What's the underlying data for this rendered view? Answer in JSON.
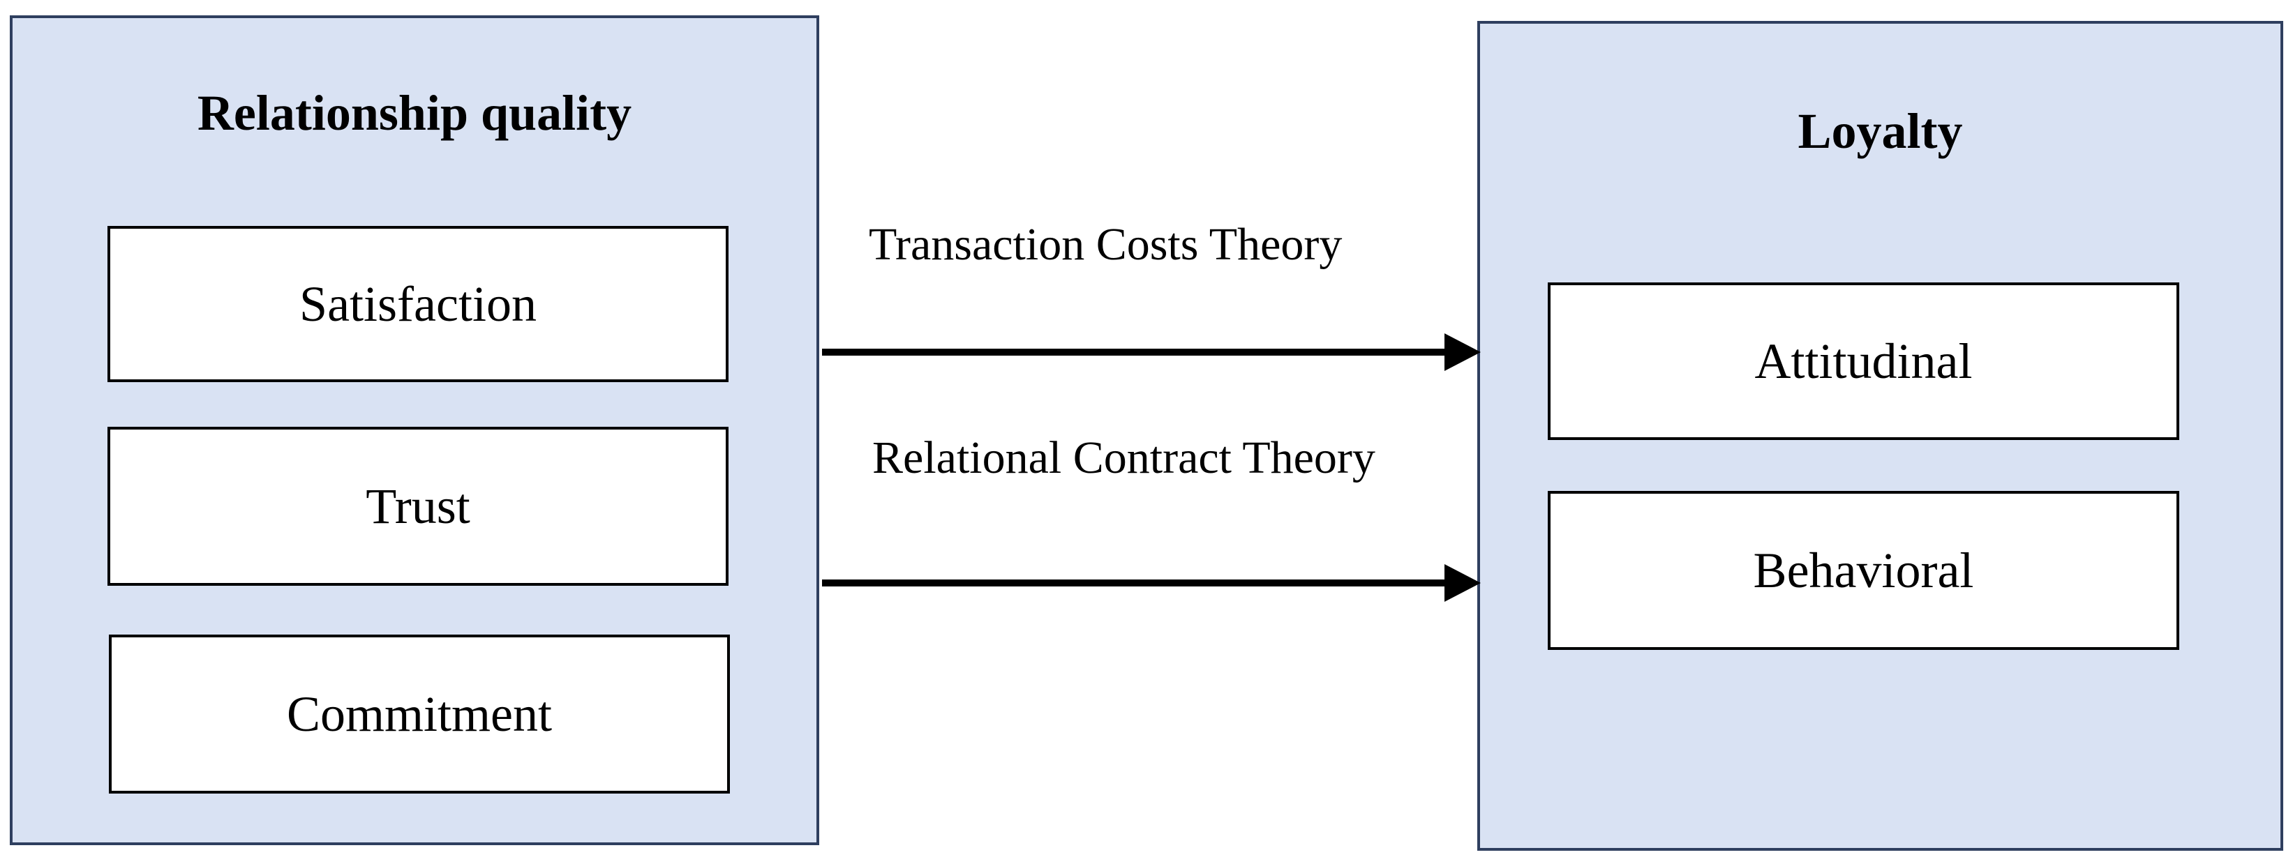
{
  "relationship_quality": {
    "title": "Relationship quality",
    "items": [
      "Satisfaction",
      "Trust",
      "Commitment"
    ]
  },
  "loyalty": {
    "title": "Loyalty",
    "items": [
      "Attitudinal",
      "Behavioral"
    ]
  },
  "links": [
    {
      "label": "Transaction Costs Theory"
    },
    {
      "label": "Relational Contract Theory"
    }
  ],
  "colors": {
    "panel_fill": "#d9e2f3",
    "panel_border": "#2f3f5f",
    "box_fill": "#ffffff",
    "arrow": "#000000"
  }
}
